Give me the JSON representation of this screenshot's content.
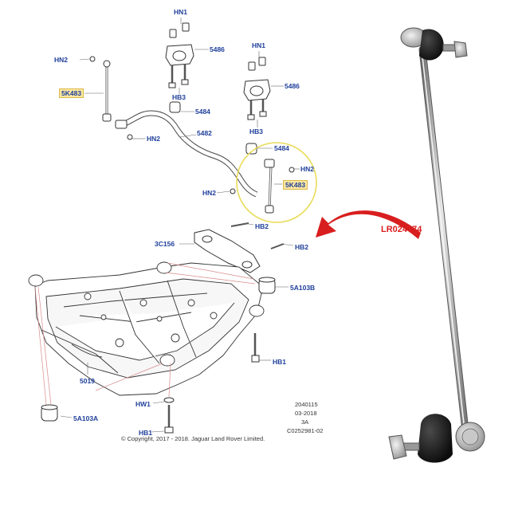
{
  "labels": {
    "hn1_top": "HN1",
    "hn2_tl": "HN2",
    "p5486_a": "5486",
    "hb3_a": "HB3",
    "hn1_right": "HN1",
    "p5486_b": "5486",
    "hb3_b": "HB3",
    "p5484_a": "5484",
    "p5484_b": "5484",
    "p5482": "5482",
    "hn2_mid": "HN2",
    "hn2_right": "HN2",
    "hn2_lower": "HN2",
    "p5k483_a": "5K483",
    "p5k483_b": "5K483",
    "hb2_a": "HB2",
    "hb2_b": "HB2",
    "p3c156": "3C156",
    "p5a103b": "5A103B",
    "hb1_right": "HB1",
    "p5019": "5019",
    "hw1": "HW1",
    "hb1_bottom": "HB1",
    "p5a103a": "5A103A"
  },
  "callout": {
    "part_number": "LR024474",
    "color": "#d81e1e"
  },
  "meta": {
    "line1": "2040115",
    "line2": "03-2018",
    "line3": "3A",
    "line4": "C0252981-02",
    "copyright": "© Copyright, 2017 - 2018. Jaguar Land Rover Limited."
  },
  "colors": {
    "label_blue": "#1f3f9a",
    "highlight": "#fbe7a1",
    "circle": "#e9dc5a",
    "line_red": "#d98a8a"
  }
}
